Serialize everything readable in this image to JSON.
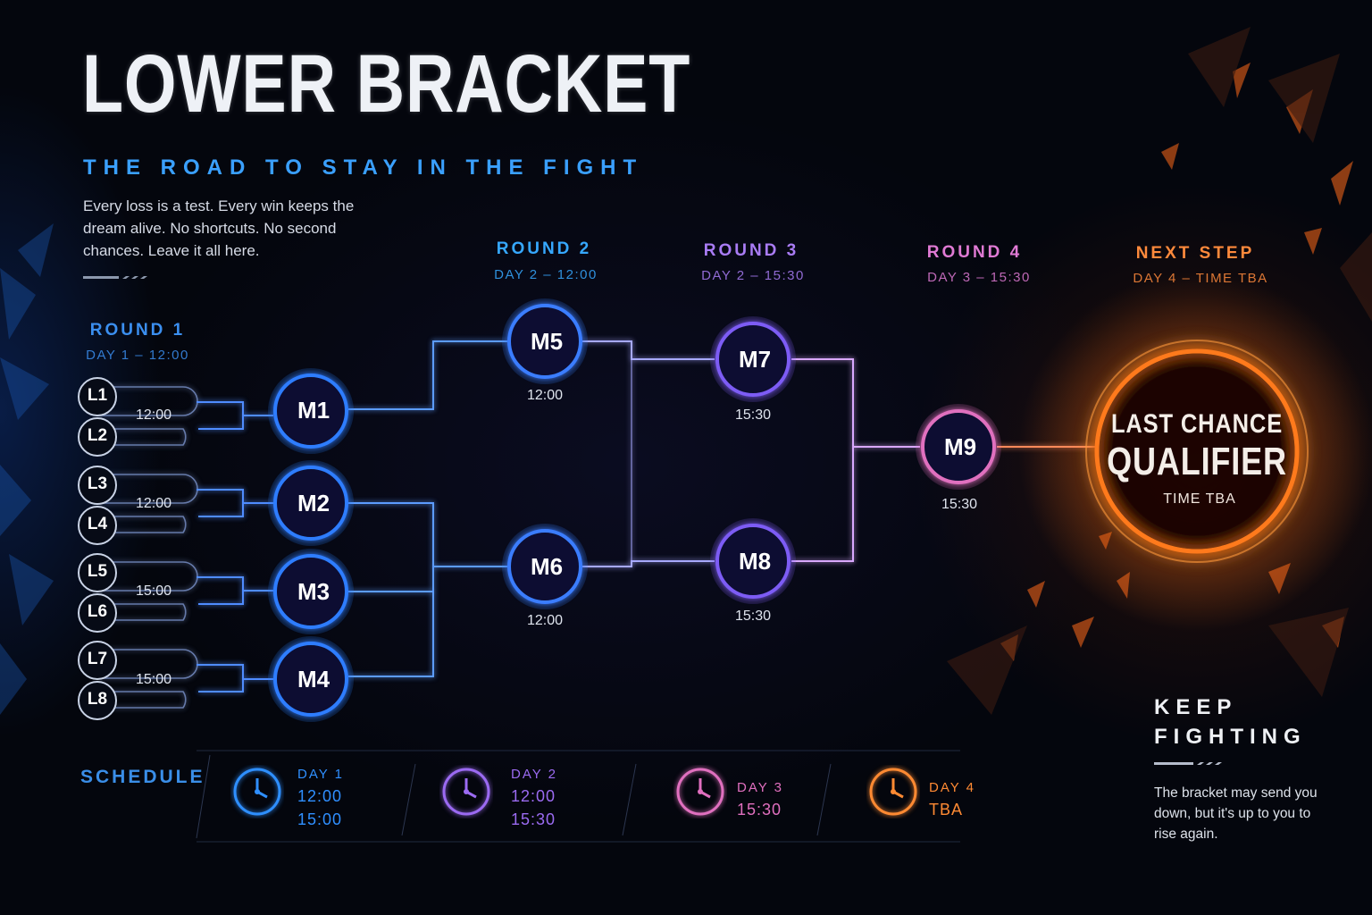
{
  "header": {
    "title": "LOWER BRACKET",
    "subtitle": "THE ROAD TO STAY IN THE FIGHT",
    "intro": "Every loss is a test. Every win keeps the dream alive. No shortcuts. No second chances. Leave it all here."
  },
  "rounds": [
    {
      "title": "ROUND 1",
      "sub": "DAY 1 – 12:00",
      "color": "#3b8ff0"
    },
    {
      "title": "ROUND 2",
      "sub": "DAY 2 – 12:00",
      "color": "#36a8ff"
    },
    {
      "title": "ROUND 3",
      "sub": "DAY 2 – 15:30",
      "color": "#a97cf5"
    },
    {
      "title": "ROUND 4",
      "sub": "DAY 3 – 15:30",
      "color": "#e07ad4"
    },
    {
      "title": "NEXT STEP",
      "sub": "DAY 4 – TIME TBA",
      "color": "#ff8a3c"
    }
  ],
  "seeds": [
    "L1",
    "L2",
    "L3",
    "L4",
    "L5",
    "L6",
    "L7",
    "L8"
  ],
  "pair_times": [
    "12:00",
    "12:00",
    "15:00",
    "15:00"
  ],
  "matches": {
    "m1": {
      "label": "M1"
    },
    "m2": {
      "label": "M2"
    },
    "m3": {
      "label": "M3"
    },
    "m4": {
      "label": "M4"
    },
    "m5": {
      "label": "M5",
      "time": "12:00"
    },
    "m6": {
      "label": "M6",
      "time": "12:00"
    },
    "m7": {
      "label": "M7",
      "time": "15:30"
    },
    "m8": {
      "label": "M8",
      "time": "15:30"
    },
    "m9": {
      "label": "M9",
      "time": "15:30"
    }
  },
  "final": {
    "line1": "LAST CHANCE",
    "line2": "QUALIFIER",
    "time": "TIME TBA"
  },
  "schedule": {
    "label": "SCHEDULE",
    "days": [
      {
        "name": "DAY 1",
        "times": [
          "12:00",
          "15:00"
        ],
        "color": "#2f8fff"
      },
      {
        "name": "DAY 2",
        "times": [
          "12:00",
          "15:30"
        ],
        "color": "#9b6bf2"
      },
      {
        "name": "DAY 3",
        "times": [
          "15:30"
        ],
        "color": "#e06fbf"
      },
      {
        "name": "DAY 4",
        "times": [
          "TBA"
        ],
        "color": "#ff8a33"
      }
    ]
  },
  "footer": {
    "keep_line1": "KEEP",
    "keep_line2": "FIGHTING",
    "text": "The bracket may send you down, but it's up to you to rise again."
  },
  "colors": {
    "blue": "#2f7dff",
    "cyan": "#36a8ff",
    "violet": "#8a5cf0",
    "pink": "#e06fbf",
    "orange": "#ff7a1f"
  }
}
